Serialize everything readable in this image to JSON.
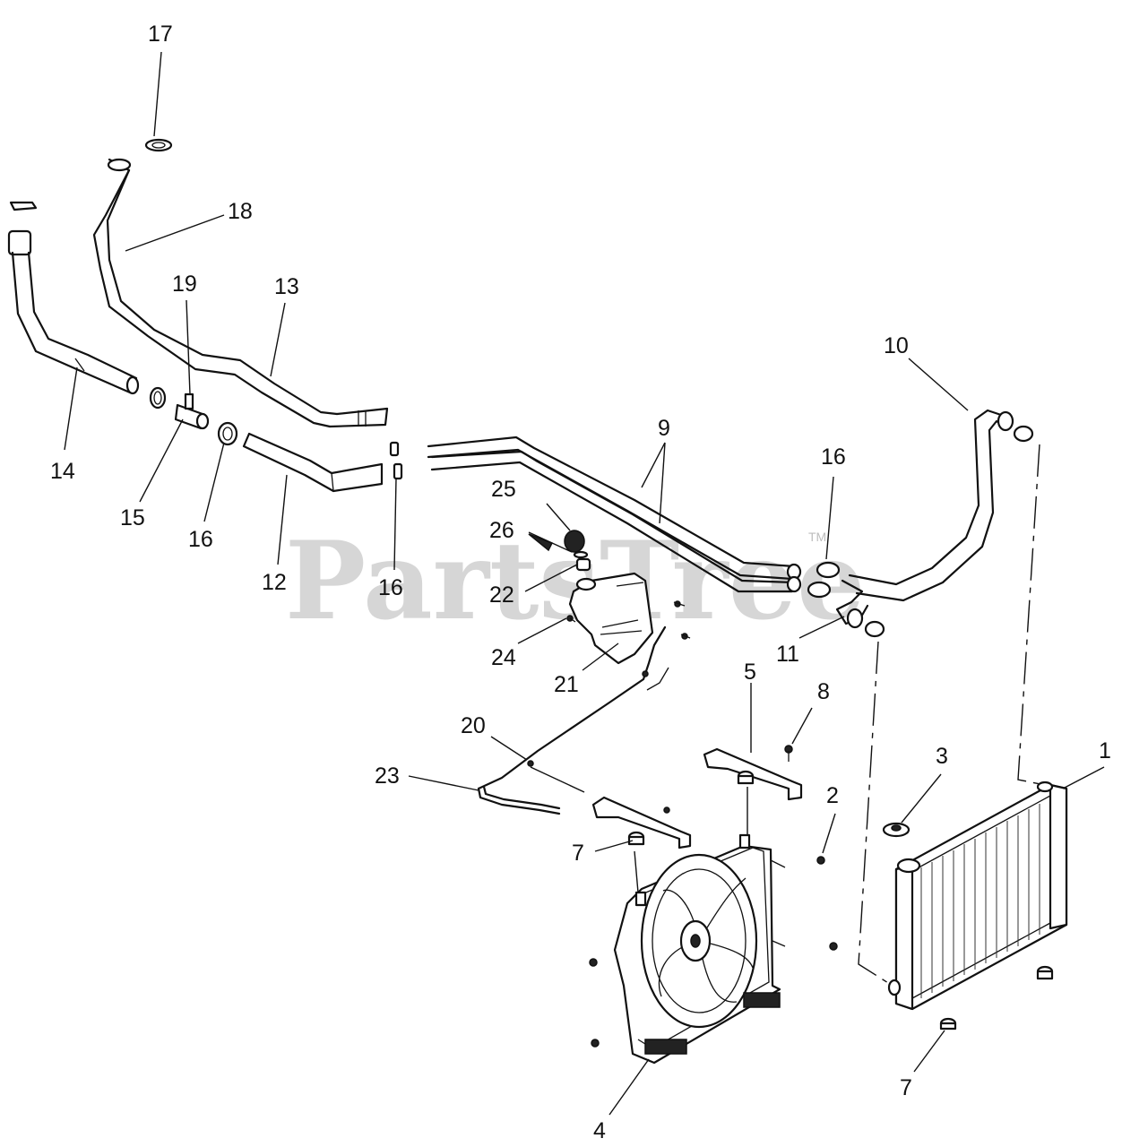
{
  "watermark": {
    "text": "PartsTree",
    "trademark": "TM"
  },
  "callouts": {
    "c1": "1",
    "c2": "2",
    "c3": "3",
    "c4": "4",
    "c5": "5",
    "c7a": "7",
    "c7b": "7",
    "c8": "8",
    "c9": "9",
    "c10": "10",
    "c11": "11",
    "c12": "12",
    "c13": "13",
    "c14": "14",
    "c15": "15",
    "c16a": "16",
    "c16b": "16",
    "c16c": "16",
    "c17": "17",
    "c18": "18",
    "c19": "19",
    "c20": "20",
    "c21": "21",
    "c22": "22",
    "c23": "23",
    "c24": "24",
    "c25": "25",
    "c26": "26"
  },
  "colors": {
    "line": "#111111",
    "watermark": "#cfcfcf",
    "background": "#ffffff"
  }
}
